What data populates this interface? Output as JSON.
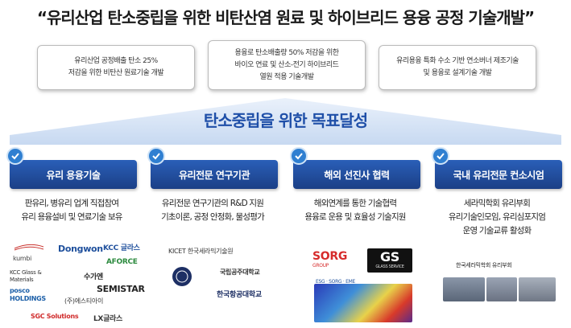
{
  "title": "“유리산업 탄소중립을 위한 비탄산염 원료 및 하이브리드 용융 공정 기술개발”",
  "goals": [
    {
      "lines": [
        "유리산업 공정배출 탄소 25%",
        "저감을 위한 비탄산 원료기술 개발"
      ]
    },
    {
      "lines": [
        "용융로 탄소배출량 50% 저감을 위한",
        "바이오 연료 및 산소-전기 하이브리드",
        "열원 적용 기술개발"
      ]
    },
    {
      "lines": [
        "유리용융 특화 수소 기반 연소버너 제조기술",
        "및 용융로 설계기술 개발"
      ]
    }
  ],
  "banner_title": "탄소중립을 위한 목표달성",
  "columns": [
    {
      "button": "유리 용융기술",
      "lines": [
        "판유리, 병유리 업계 직접참여",
        "유리 용융설비 및 연료기술 보유"
      ]
    },
    {
      "button": "유리전문 연구기관",
      "lines": [
        "유리전문 연구기관의 R&D 지원",
        "기초이론, 공정 안정화, 물성평가"
      ]
    },
    {
      "button": "해외 선진사 협력",
      "lines": [
        "해외연계를 통한 기술협력",
        "용융로 운용 및 효율성 기술지원"
      ]
    },
    {
      "button": "국내 유리전문 컨소시엄",
      "lines": [
        "세라믹학회 유리부회",
        "유리기술인모임, 유리심포지엄",
        "운영 기술교류 활성화"
      ]
    }
  ],
  "logos": {
    "kumbi": "kumbi",
    "dongwon": "Dongwon",
    "kcc": "KCC 글라스",
    "kcc_materials": "KCC Glass & Materials",
    "aforce": "AFORCE",
    "sugaeng": "수가엔",
    "semistar": "SEMISTAR",
    "posco": "posco HOLDINGS",
    "sti": "(주)에스티아이",
    "sgc": "SGC Solutions",
    "lx": "LX글라스",
    "kicet": "KICET 한국세라믹기술원",
    "kongju": "국립공주대학교",
    "kau": "한국항공대학교",
    "sorg": "SORG",
    "sorg_sub": "GROUP",
    "gs": "GS",
    "gs_sub": "GLASS SERVICE",
    "esg": "ESG · SORG · EME",
    "kcers": "한국세라믹학회 유리부회"
  },
  "colors": {
    "accent": "#1f4fa8",
    "button": "#24519f",
    "check": "#2f7fd1"
  }
}
